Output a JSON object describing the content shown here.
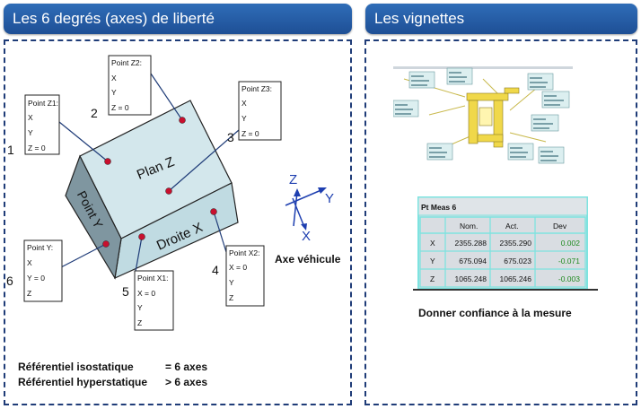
{
  "left_panel": {
    "title": "Les 6 degrés (axes) de liberté",
    "cube": {
      "face_top": "Plan Z",
      "face_left": "Point Y",
      "face_front": "Droite X"
    },
    "points": [
      {
        "title": "Point Z1:",
        "lines": [
          "X",
          "Y",
          "Z = 0"
        ],
        "number": "1"
      },
      {
        "title": "Point Z2:",
        "lines": [
          "X",
          "Y",
          "Z = 0"
        ],
        "number": "2"
      },
      {
        "title": "Point Z3:",
        "lines": [
          "X",
          "Y",
          "Z = 0"
        ],
        "number": "3"
      },
      {
        "title": "Point X2:",
        "lines": [
          "X = 0",
          "Y",
          "Z"
        ],
        "number": "4"
      },
      {
        "title": "Point X1:",
        "lines": [
          "X = 0",
          "Y",
          "Z"
        ],
        "number": "5"
      },
      {
        "title": "Point Y:",
        "lines": [
          "X",
          "Y = 0",
          "Z"
        ],
        "number": "6"
      }
    ],
    "axes": {
      "x": "X",
      "y": "Y",
      "z": "Z",
      "caption": "Axe véhicule"
    },
    "footer": {
      "row1_label": "Référentiel isostatique",
      "row1_value": "= 6 axes",
      "row2_label": "Référentiel hyperstatique",
      "row2_value": "> 6 axes"
    }
  },
  "right_panel": {
    "title": "Les vignettes",
    "measure_table": {
      "title": "Pt Meas 6",
      "columns": [
        "",
        "Nom.",
        "Act.",
        "Dev"
      ],
      "rows": [
        [
          "X",
          "2355.288",
          "2355.290",
          "0.002"
        ],
        [
          "Y",
          "675.094",
          "675.023",
          "-0.071"
        ],
        [
          "Z",
          "1065.248",
          "1065.246",
          "-0.003"
        ]
      ]
    },
    "caption": "Donner confiance à la mesure"
  },
  "colors": {
    "header_blue": "#2f6db8",
    "border_blue": "#1f3c78",
    "cube_top": "#d3e7ec",
    "cube_front": "#c0dbe2",
    "cube_left": "#7f96a0",
    "axis_blue": "#1e3fb0",
    "dot_red": "#c8102e",
    "table_teal": "#7ee3e0",
    "dev_green": "#1f8a1f"
  }
}
